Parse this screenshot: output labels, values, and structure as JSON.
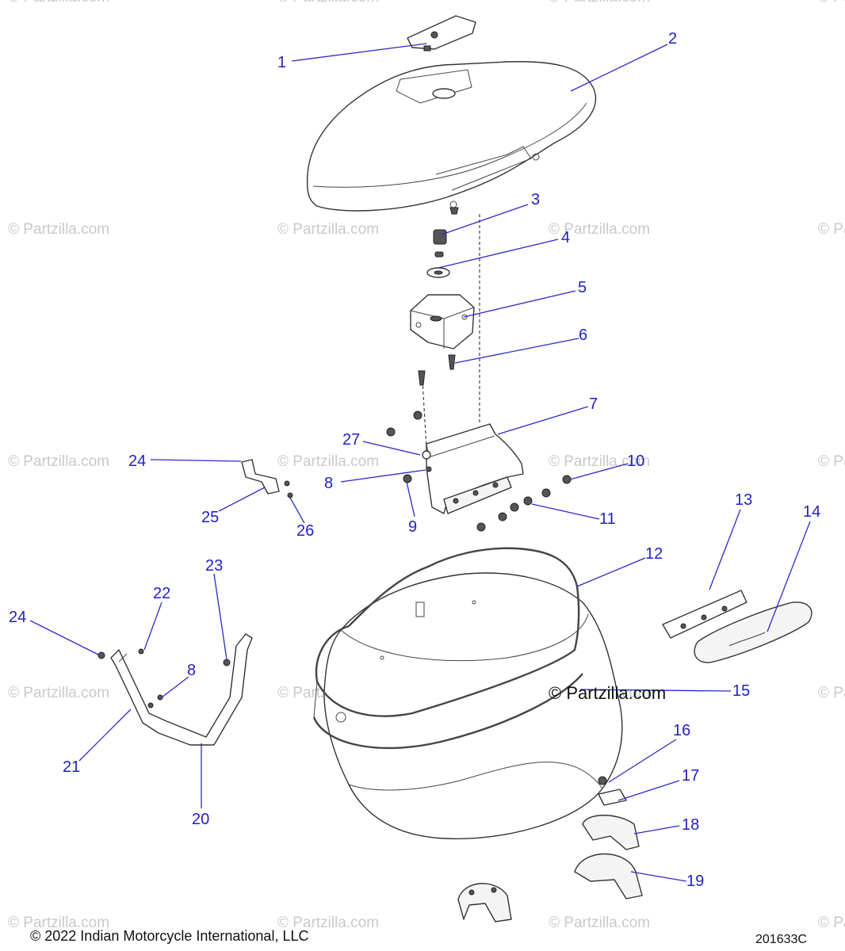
{
  "callouts": [
    "1",
    "2",
    "3",
    "4",
    "5",
    "6",
    "7",
    "8",
    "9",
    "10",
    "11",
    "12",
    "13",
    "14",
    "15",
    "16",
    "17",
    "18",
    "19",
    "20",
    "21",
    "22",
    "23",
    "24",
    "25",
    "26",
    "27"
  ],
  "watermark_text": "© Partzilla.com",
  "center_watermark": "© Partzilla.com",
  "footer": {
    "copyright": "© 2022 Indian Motorcycle International, LLC",
    "drawing_number": "201633C"
  }
}
